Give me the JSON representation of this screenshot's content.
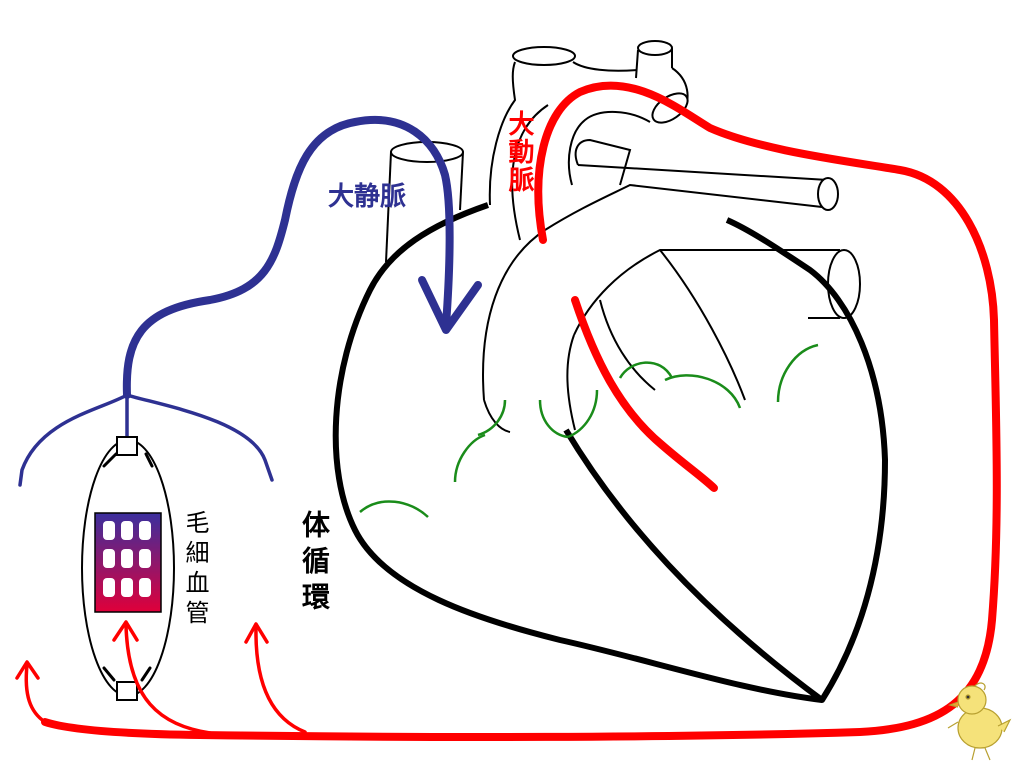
{
  "labels": {
    "vena_cava": "大静脈",
    "aorta": "大動脈",
    "capillary": "毛細血管",
    "systemic_circulation": "体循環"
  },
  "colors": {
    "artery": "#ff0000",
    "vein": "#2e3192",
    "outline": "#000000",
    "valve": "#1a8c1a",
    "capillary_top": "#3b2f9e",
    "capillary_bottom": "#e0003a",
    "chick": "#f5e27a"
  },
  "icons": [
    "chick-mascot-icon"
  ]
}
